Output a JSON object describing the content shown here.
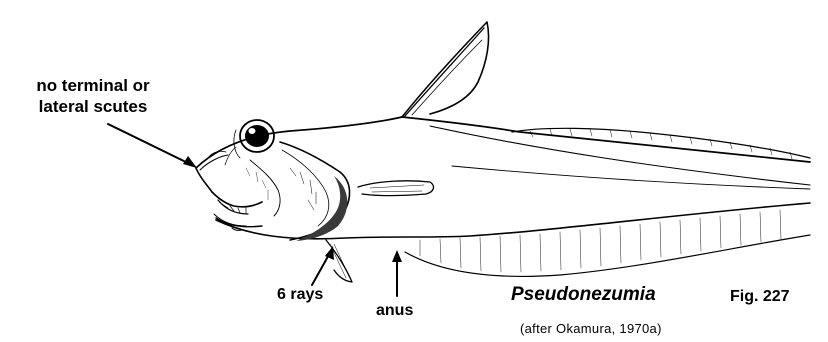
{
  "labels": {
    "scutes_line1": "no terminal or",
    "scutes_line2": "lateral scutes",
    "rays": "6 rays",
    "anus": "anus",
    "genus": "Pseudonezumia",
    "figure": "Fig. 227",
    "source": "(after Okamura, 1970a)"
  }
}
